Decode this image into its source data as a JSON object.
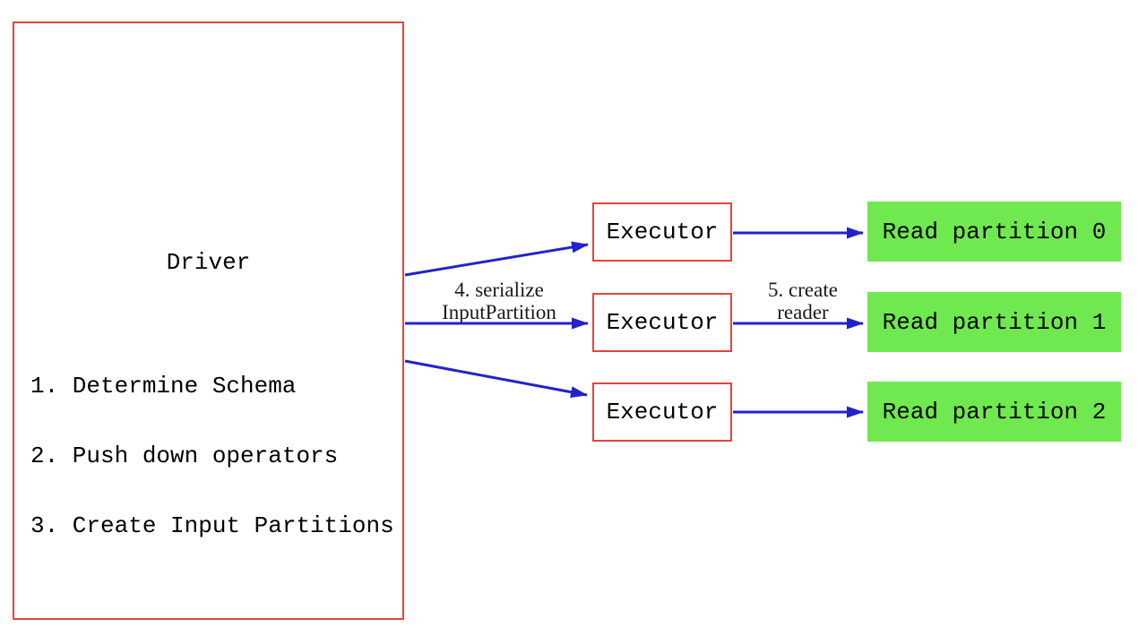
{
  "colors": {
    "node_border_red": "#e2453c",
    "arrow_blue": "#2222cc",
    "partition_green": "#70e850",
    "text": "#000000",
    "background": "#ffffff"
  },
  "driver": {
    "title": "Driver",
    "steps": [
      "1. Determine Schema",
      "2. Push down operators",
      "3. Create Input Partitions"
    ]
  },
  "executors": [
    {
      "label": "Executor"
    },
    {
      "label": "Executor"
    },
    {
      "label": "Executor"
    }
  ],
  "read_partitions": [
    {
      "label": "Read partition 0"
    },
    {
      "label": "Read partition 1"
    },
    {
      "label": "Read partition 2"
    }
  ],
  "edge_labels": {
    "serialize": {
      "line1": "4. serialize",
      "line2": "InputPartition"
    },
    "create_reader": {
      "line1": "5. create",
      "line2": "reader"
    }
  }
}
